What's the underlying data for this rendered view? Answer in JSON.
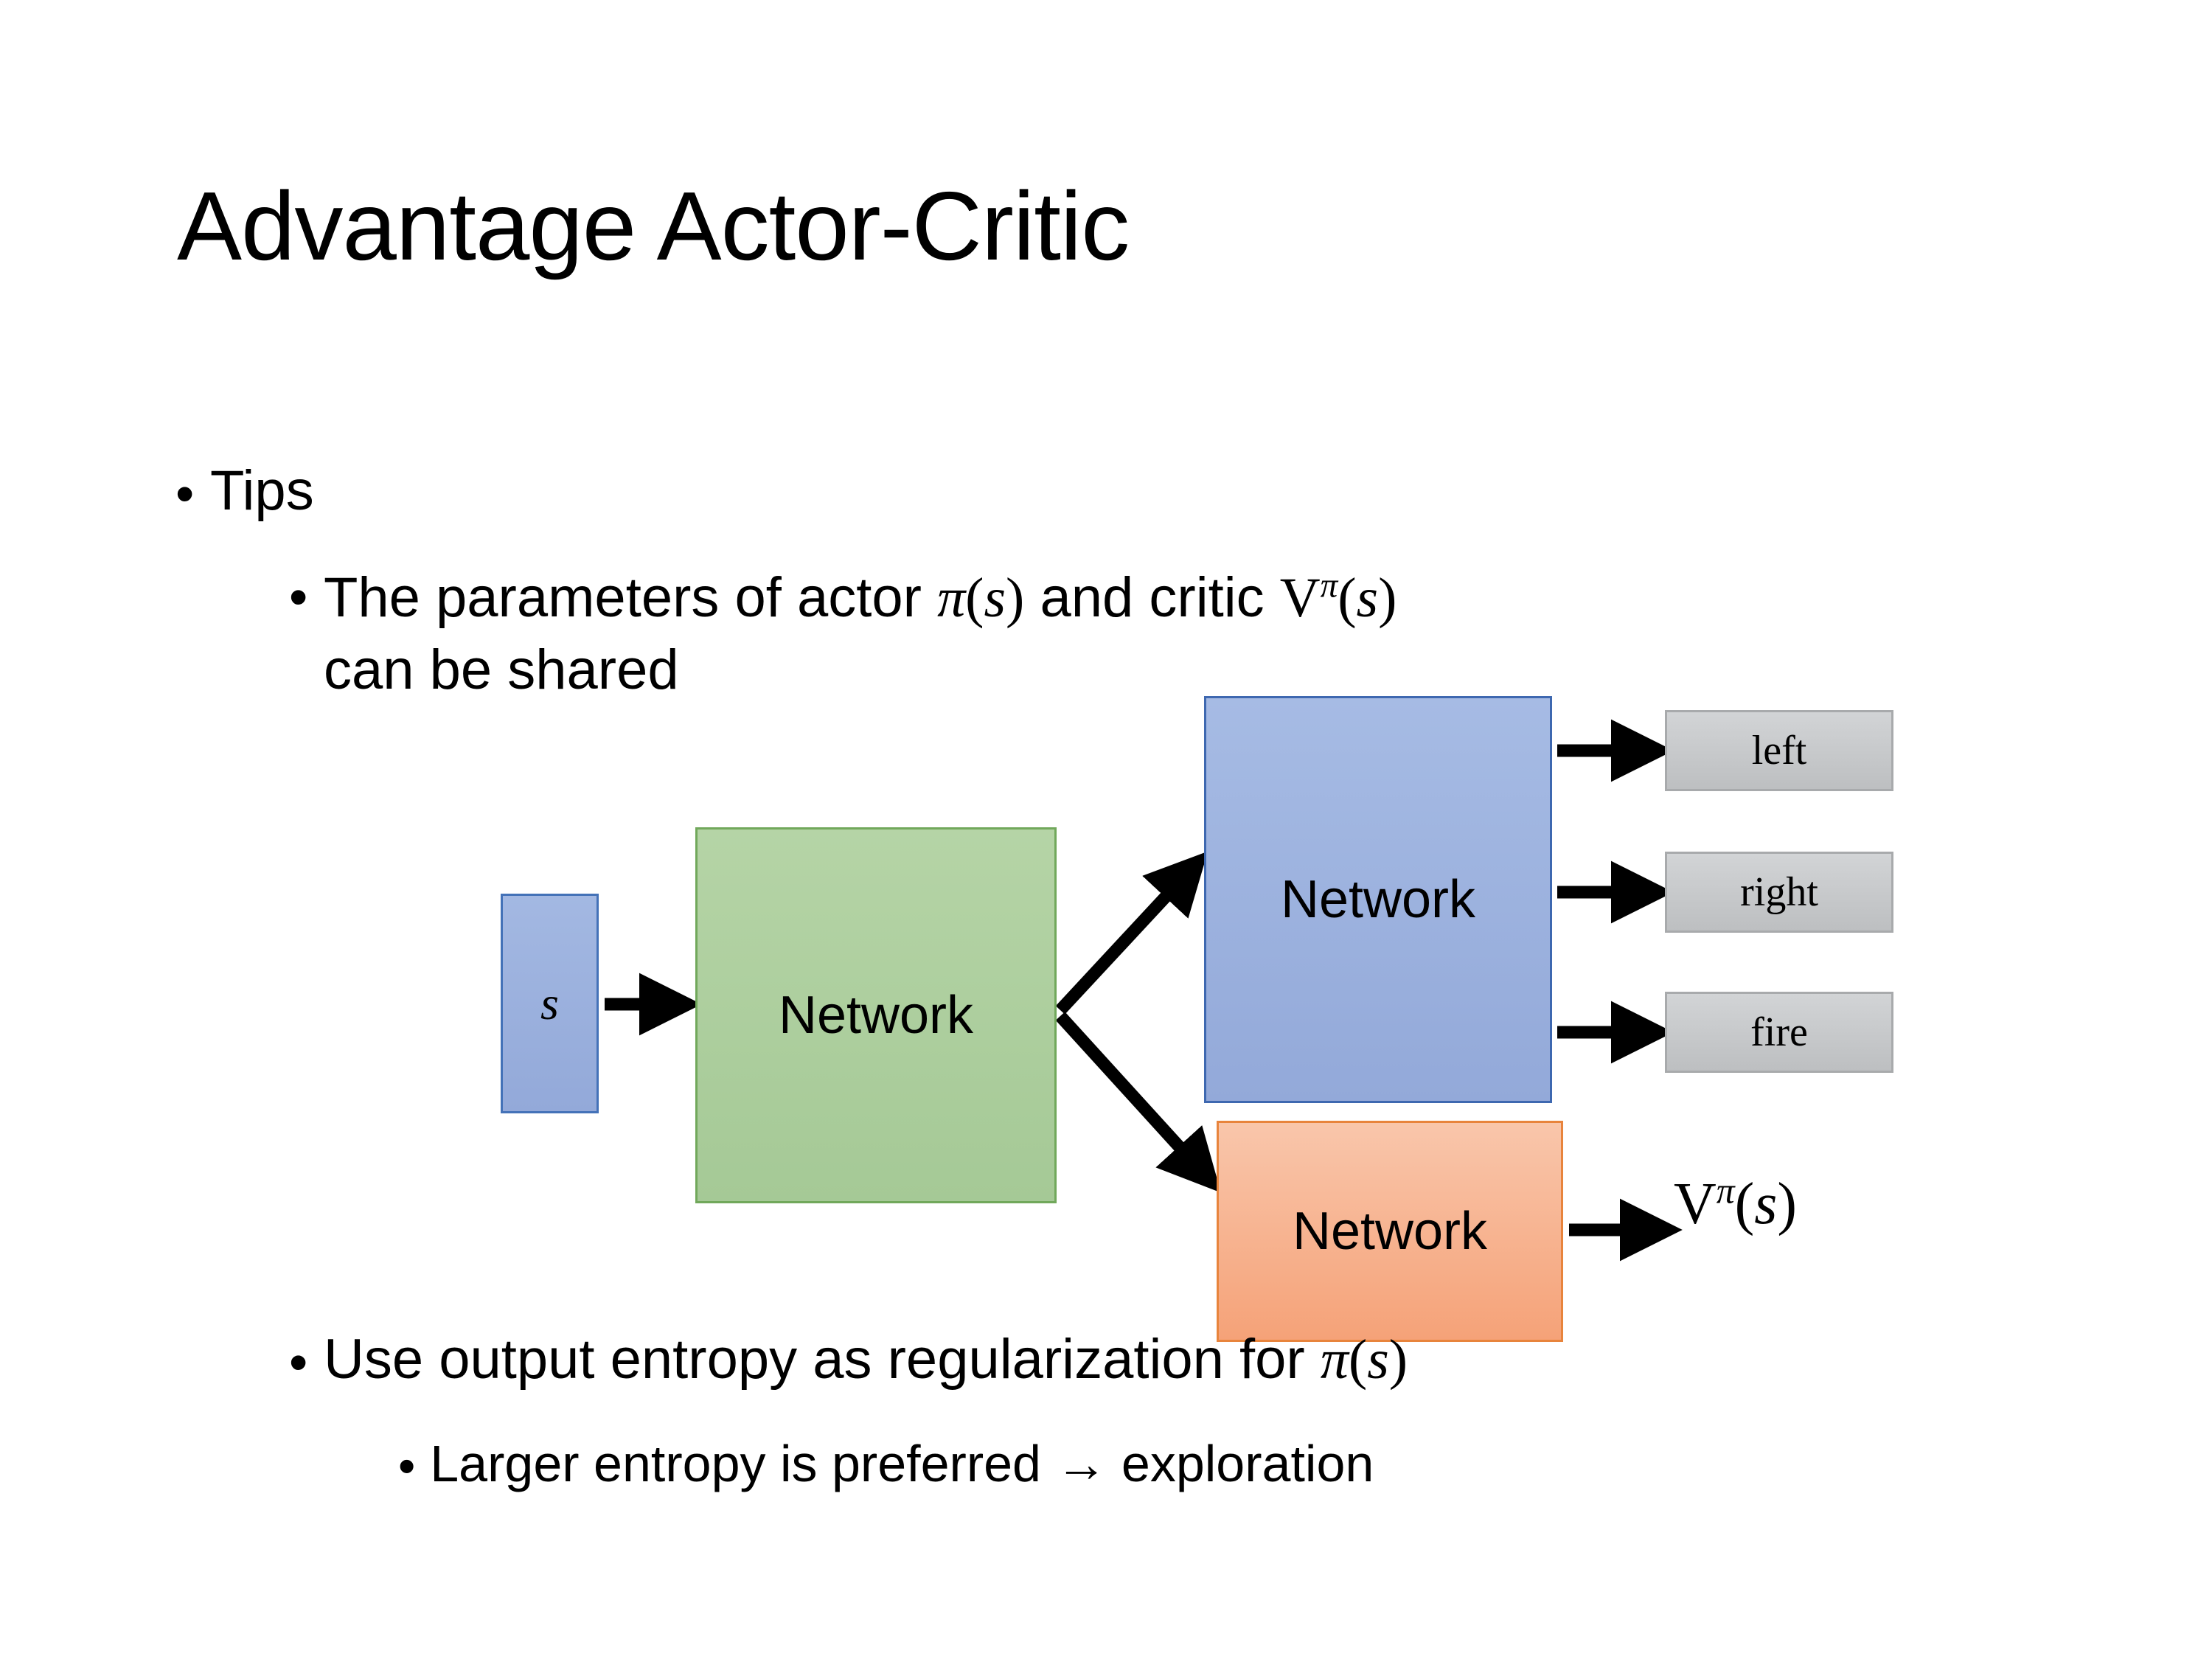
{
  "slide": {
    "title": "Advantage Actor-Critic",
    "background_color": "#ffffff"
  },
  "bullets": [
    {
      "level": 1,
      "marker": "•",
      "text": "Tips"
    },
    {
      "level": 2,
      "marker": "•",
      "text_parts": [
        "The parameters of actor ",
        "π(s)",
        "  and critic ",
        "Vπ(s)",
        " can be shared"
      ],
      "line1_prefix": "The parameters of actor ",
      "line1_mid": "  and critic ",
      "line2": "can be shared"
    },
    {
      "level": 2,
      "marker": "•",
      "prefix": "Use output entropy as regularization for "
    },
    {
      "level": 3,
      "marker": "•",
      "text": "Larger entropy is preferred → exploration"
    }
  ],
  "math": {
    "pi_var": "π",
    "V": "V",
    "s": "s",
    "lparen": "(",
    "rparen": ")"
  },
  "diagram": {
    "input_box": {
      "label": "s",
      "fill": "#93a9d9",
      "border": "#4472b8"
    },
    "shared_network": {
      "label": "Network",
      "fill": "#a5c996",
      "border": "#71a85b"
    },
    "actor_network": {
      "label": "Network",
      "fill": "#93a9d9",
      "border": "#3e68b0"
    },
    "critic_network": {
      "label": "Network",
      "fill": "#f5a278",
      "border": "#e8843c"
    },
    "actions": [
      {
        "label": "left",
        "fill": "#c6c8ca",
        "border": "#a8aaac"
      },
      {
        "label": "right",
        "fill": "#c6c8ca",
        "border": "#a8aaac"
      },
      {
        "label": "fire",
        "fill": "#c6c8ca",
        "border": "#a8aaac"
      }
    ],
    "critic_output": "Vπ(s)",
    "arrow_color": "#000000"
  }
}
